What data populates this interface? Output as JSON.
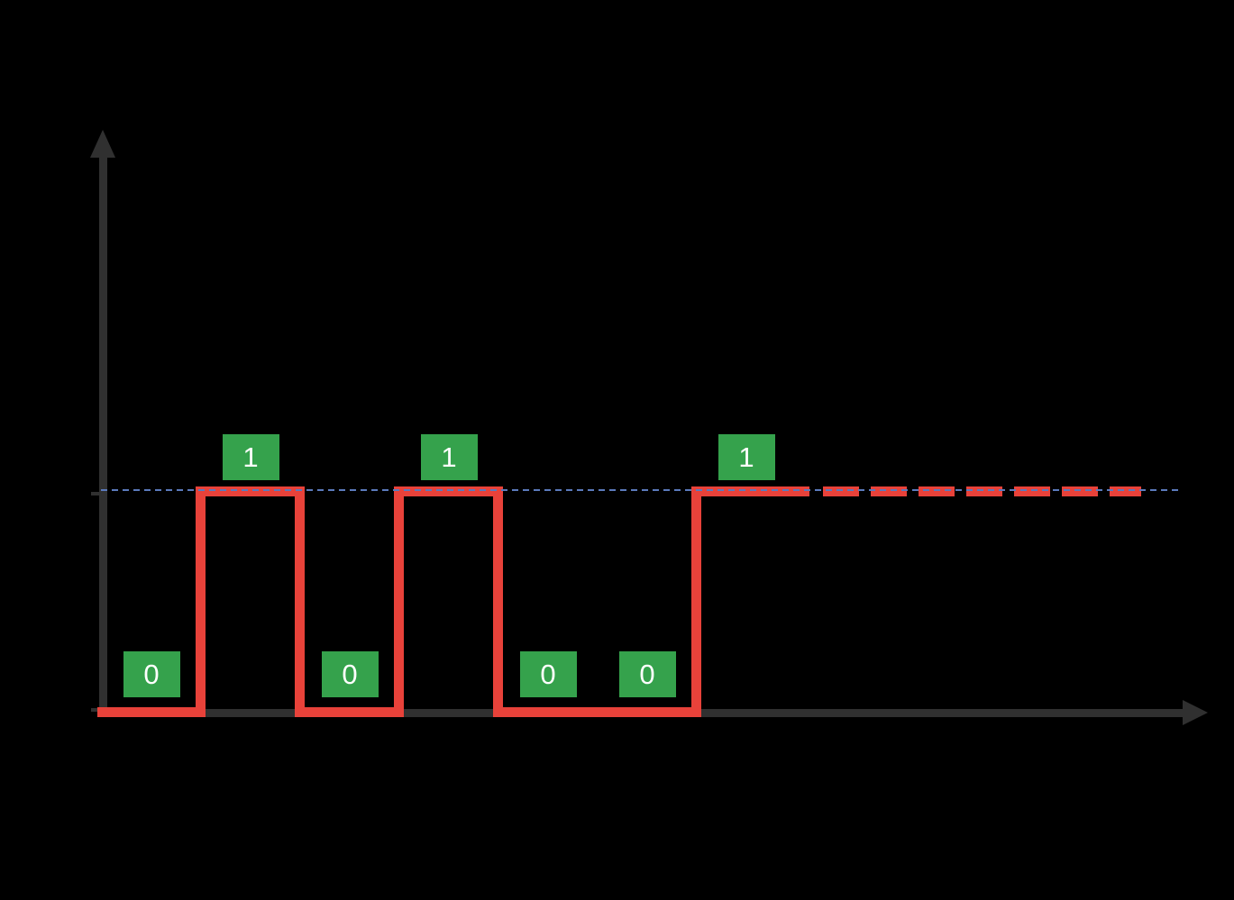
{
  "diagram": {
    "kind": "digital-signal-timing-diagram",
    "background": "#000000",
    "colors": {
      "signal_red": "#E8423A",
      "label_green": "#35A24C",
      "label_text": "#FFFFFF",
      "axis_gray": "#303030",
      "threshold_blue": "#5B7ABD"
    },
    "axes": {
      "x_axis_arrow": "right",
      "y_axis_arrow": "up"
    },
    "signal": {
      "bits": [
        {
          "label": "0",
          "level": 0
        },
        {
          "label": "1",
          "level": 1
        },
        {
          "label": "0",
          "level": 0
        },
        {
          "label": "1",
          "level": 1
        },
        {
          "label": "0",
          "level": 0
        },
        {
          "label": "0",
          "level": 0
        },
        {
          "label": "1",
          "level": 1
        }
      ],
      "continuation": {
        "style": "dashed",
        "level": 1
      }
    }
  }
}
